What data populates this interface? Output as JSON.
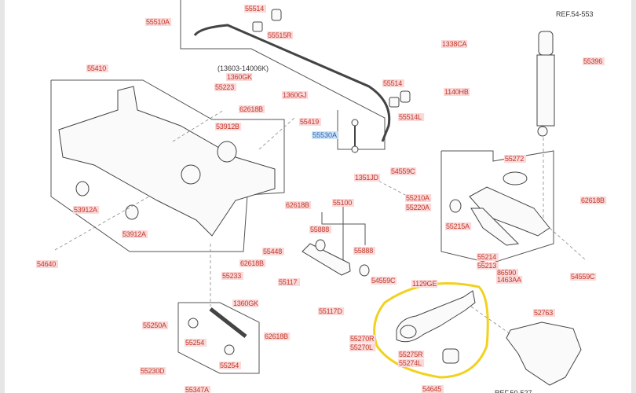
{
  "diagram": {
    "title": "Rear suspension parts diagram",
    "highlight_color": "#f1d21e",
    "label_color": "#c0392b",
    "selected_color": "#1f5fb0",
    "labels": [
      "55510A",
      "55514",
      "55515R",
      "55410",
      "(13603-14006K)",
      "1360GK",
      "55223",
      "62618B",
      "1360GJ",
      "55419",
      "53912B",
      "55530A",
      "1338CA",
      "55514",
      "1140HB",
      "55514L",
      "1351JD",
      "54559C",
      "REF.54-553",
      "55396",
      "55272",
      "55210A",
      "55220A",
      "62618B",
      "55215A",
      "55214",
      "55213",
      "86590",
      "1463AA",
      "54559C",
      "53912A",
      "53912A",
      "62618B",
      "54640",
      "55100",
      "55888",
      "55888",
      "55448",
      "62618B",
      "55233",
      "1360GK",
      "55117",
      "54559C",
      "55117D",
      "1129GE",
      "52763",
      "55250A",
      "55254",
      "62618B",
      "55270R",
      "55270L",
      "55275R",
      "55274L",
      "55230D",
      "55254",
      "55347A",
      "54645",
      "REF.50-527"
    ]
  }
}
